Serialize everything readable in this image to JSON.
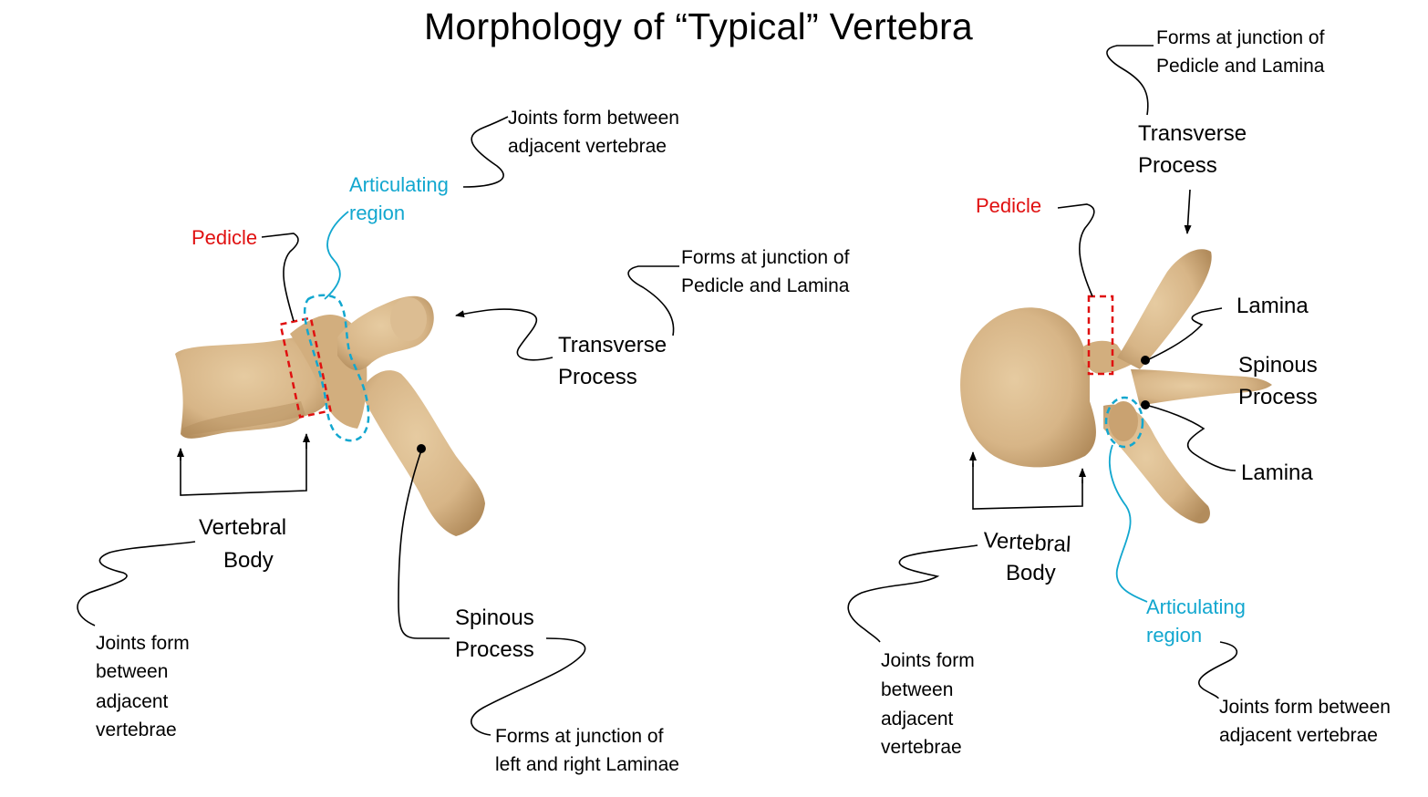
{
  "title": "Morphology of “Typical” Vertebra",
  "colors": {
    "bone": "#d7b587",
    "bone_shade": "#b28c5c",
    "bone_light": "#e6cba1",
    "pedicle": "#e01010",
    "articulating": "#12a7cf",
    "text": "#000000"
  },
  "lateral_view": {
    "pedicle": "Pedicle",
    "articulating": [
      "Articulating",
      "region"
    ],
    "articulating_note": [
      "Joints form between",
      "adjacent vertebrae"
    ],
    "transverse": [
      "Transverse",
      "Process"
    ],
    "transverse_note": [
      "Forms at junction of",
      "Pedicle and Lamina"
    ],
    "body": [
      "Vertebral",
      "Body"
    ],
    "body_note": [
      "Joints form",
      "between",
      "adjacent",
      "vertebrae"
    ],
    "spinous": [
      "Spinous",
      "Process"
    ],
    "spinous_note": [
      "Forms at junction of",
      "left and right Laminae"
    ]
  },
  "superior_view": {
    "transverse_note": [
      "Forms at junction of",
      "Pedicle and Lamina"
    ],
    "transverse": [
      "Transverse",
      "Process"
    ],
    "pedicle": "Pedicle",
    "lamina_top": "Lamina",
    "spinous": [
      "Spinous",
      "Process"
    ],
    "lamina_bottom": "Lamina",
    "body": [
      "Vertebral",
      "Body"
    ],
    "body_note": [
      "Joints form",
      "between",
      "adjacent",
      "vertebrae"
    ],
    "articulating": [
      "Articulating",
      "region"
    ],
    "articulating_note": [
      "Joints form between",
      "adjacent vertebrae"
    ]
  }
}
